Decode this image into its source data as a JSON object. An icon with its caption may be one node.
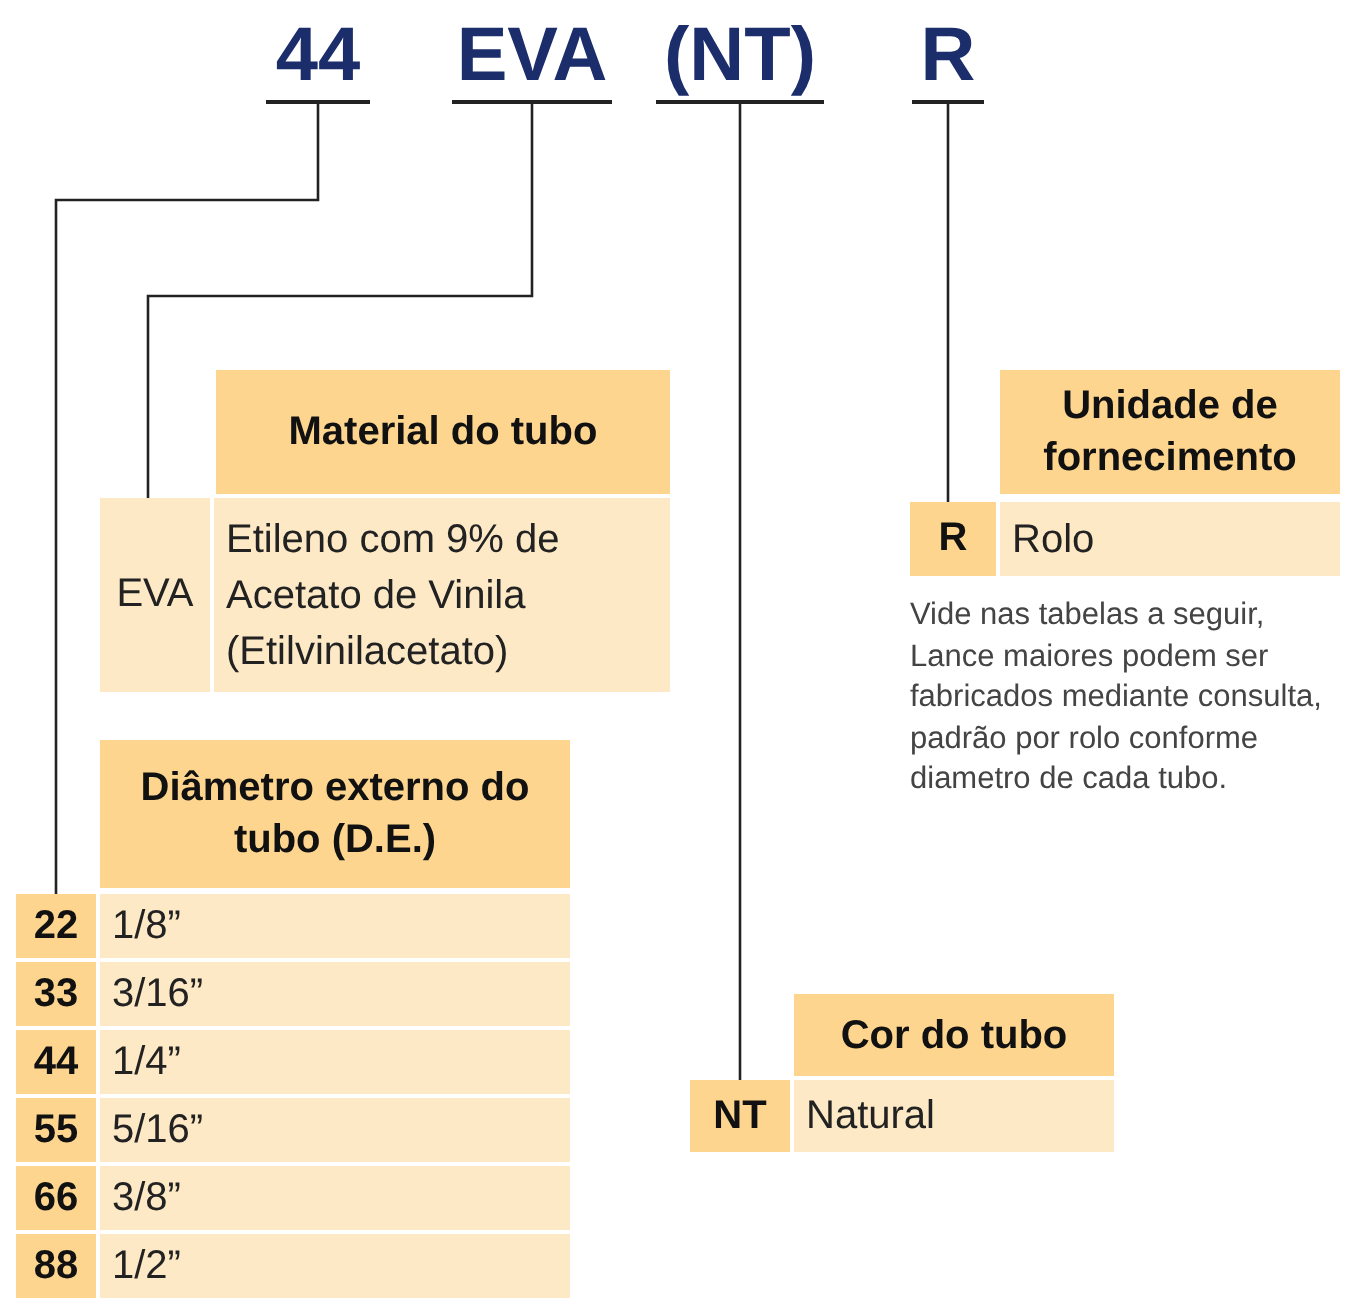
{
  "diagram": {
    "nodes": [
      {
        "text": [
          "44"
        ]
      },
      {
        "text": [
          "EVA"
        ]
      },
      {
        "text": [
          "(NT)"
        ]
      },
      {
        "text": [
          "R"
        ]
      },
      {
        "text": [
          "Material do tubo"
        ]
      },
      {
        "text": [
          "EVA"
        ]
      },
      {
        "text": [
          "Etileno com 9% de Acetato de Vinila (Etilvinilacetato)"
        ]
      },
      {
        "text": [
          "Unidade de fornecimento"
        ]
      },
      {
        "text": [
          "R"
        ]
      },
      {
        "text": [
          "Rolo"
        ]
      },
      {
        "text": [
          "Diâmetro externo do tubo (D.E.)"
        ]
      },
      {
        "text": [
          "22"
        ]
      },
      {
        "text": [
          "1/8”"
        ]
      },
      {
        "text": [
          "33"
        ]
      },
      {
        "text": [
          "3/16”"
        ]
      },
      {
        "text": [
          "44"
        ]
      },
      {
        "text": [
          "1/4”"
        ]
      },
      {
        "text": [
          "55"
        ]
      },
      {
        "text": [
          "5/16”"
        ]
      },
      {
        "text": [
          "66"
        ]
      },
      {
        "text": [
          "3/8”"
        ]
      },
      {
        "text": [
          "88"
        ]
      },
      {
        "text": [
          "1/2”"
        ]
      },
      {
        "text": [
          "Cor do tubo"
        ]
      },
      {
        "text": [
          "NT"
        ]
      },
      {
        "text": [
          "Natural"
        ]
      }
    ],
    "edges": [
      {
        "from": 0,
        "to": 11,
        "arrow": "none"
      },
      {
        "from": 1,
        "to": 5,
        "arrow": "none"
      },
      {
        "from": 2,
        "to": 24,
        "arrow": "none"
      },
      {
        "from": 3,
        "to": 8,
        "arrow": "none"
      }
    ],
    "labels": [
      "Vide nas tabelas a seguir, Lance maiores podem ser fabricados mediante consulta, padrão por rolo conforme diametro de cada tubo."
    ]
  }
}
